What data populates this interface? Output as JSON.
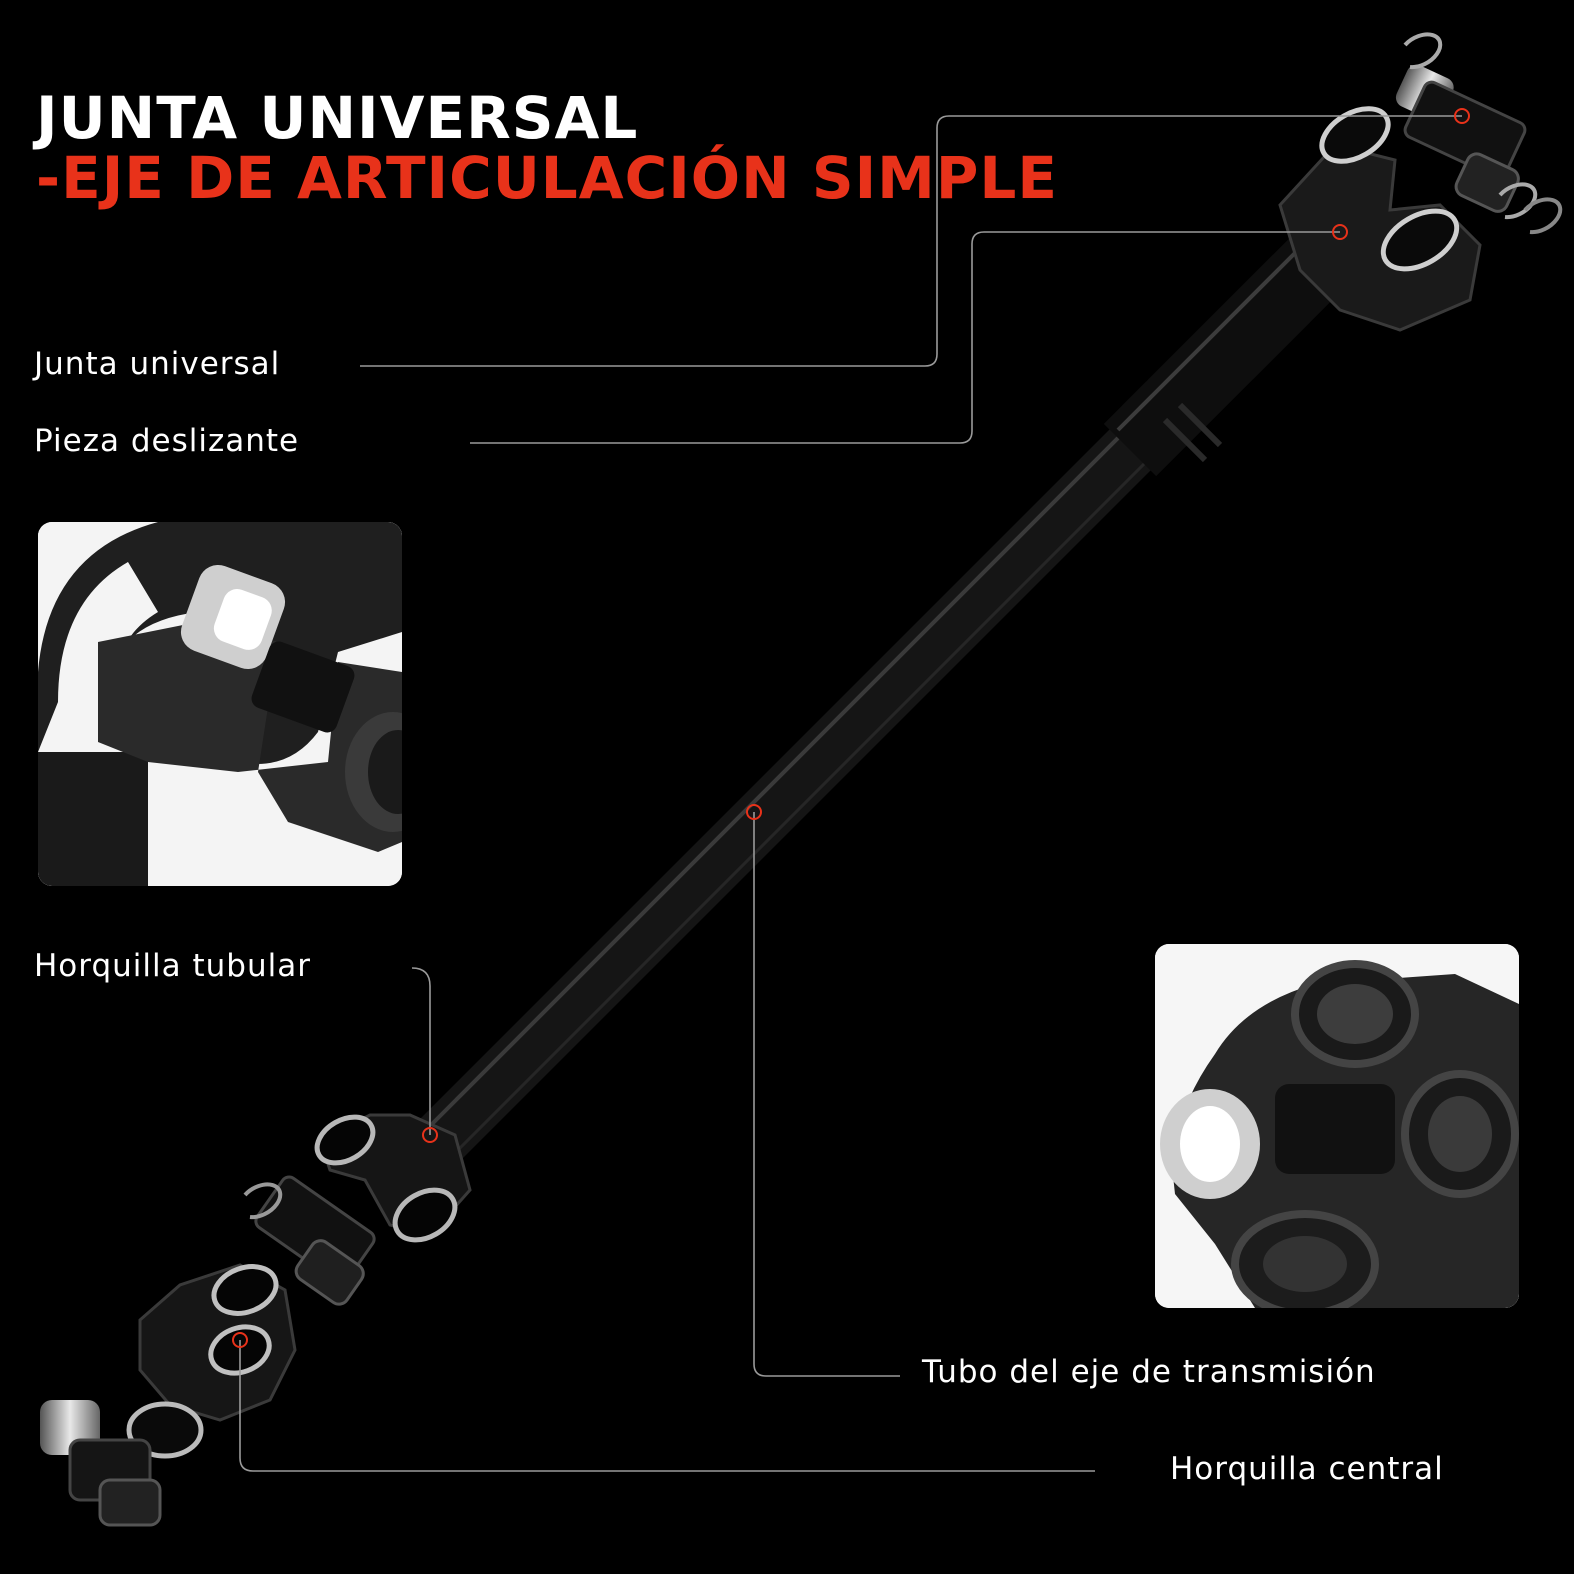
{
  "title": {
    "line1": "JUNTA UNIVERSAL",
    "line2": "-EJE DE ARTICULACIÓN SIMPLE"
  },
  "labels": {
    "universal_joint": "Junta universal",
    "slip_piece": "Pieza deslizante",
    "tube_yoke": "Horquilla tubular",
    "driveshaft_tube": "Tubo del eje de transmisión",
    "center_yoke": "Horquilla central"
  },
  "colors": {
    "background": "#000000",
    "accent": "#e8321a",
    "text": "#ffffff",
    "callout_line": "#9a9a9a"
  },
  "icons": {
    "inset_top": "yoke-closeup-icon",
    "inset_bottom": "cross-joint-closeup-icon"
  }
}
